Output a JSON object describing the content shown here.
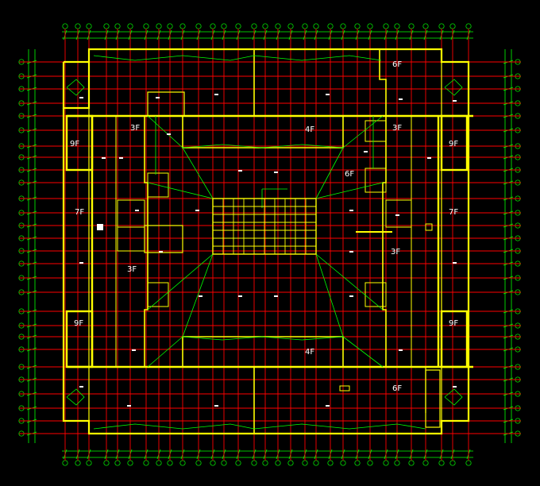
{
  "drawing": {
    "type": "architectural-roof-plan",
    "background": "#000000",
    "colors": {
      "axis_grid": "#ff0000",
      "walls": "#ffff00",
      "dimensions": "#00ff00",
      "text": "#ffffff",
      "skylight": "#ffff00"
    },
    "floor_labels": [
      {
        "text": "6F",
        "id": "6f-top"
      },
      {
        "text": "9F",
        "id": "9f-left-upper"
      },
      {
        "text": "3F",
        "id": "3f-left-upper"
      },
      {
        "text": "4F",
        "id": "4f-upper"
      },
      {
        "text": "3F",
        "id": "3f-right-upper"
      },
      {
        "text": "9F",
        "id": "9f-right-upper"
      },
      {
        "text": "6F",
        "id": "6f-center"
      },
      {
        "text": "7F",
        "id": "7f-left"
      },
      {
        "text": "7F",
        "id": "7f-right"
      },
      {
        "text": "3F",
        "id": "3f-left-lower"
      },
      {
        "text": "3F",
        "id": "3f-right-lower"
      },
      {
        "text": "9F",
        "id": "9f-left-lower"
      },
      {
        "text": "9F",
        "id": "9f-right-lower"
      },
      {
        "text": "4F",
        "id": "4f-lower"
      },
      {
        "text": "6F",
        "id": "6f-bottom"
      }
    ]
  }
}
